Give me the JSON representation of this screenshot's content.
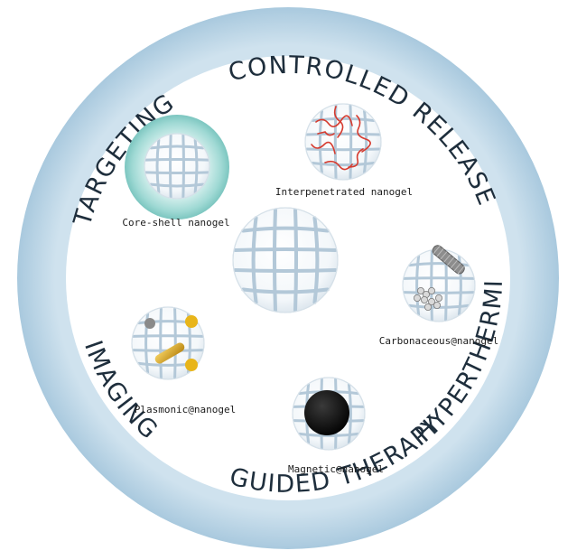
{
  "ring_labels": {
    "controlled_release": "CONTROLLED RELEASE",
    "targeting": "TARGETING",
    "hyperthermia": "HYPERTHERMIA",
    "guided_therapy": "GUIDED THERAPY",
    "imaging": "IMAGING"
  },
  "nanogels": {
    "core_shell": "Core-shell nanogel",
    "interpenetrated": "Interpenetrated nanogel",
    "carbonaceous": "Carbonaceous@nanogel",
    "plasmonic": "Plasmonic@nanogel",
    "magnetic": "Magnetic@nanogel"
  },
  "colors": {
    "outer_ring": "#b9d6e8",
    "inner_disc": "#ffffff",
    "grid_lines": "#b3c8d8",
    "core_shell_halo": "#8fd3cf",
    "polymer_chains": "#d63b2f",
    "gold_particle": "#e8b51a",
    "magnetic_core": "#141414",
    "ring_text": "#1e2e3c"
  }
}
